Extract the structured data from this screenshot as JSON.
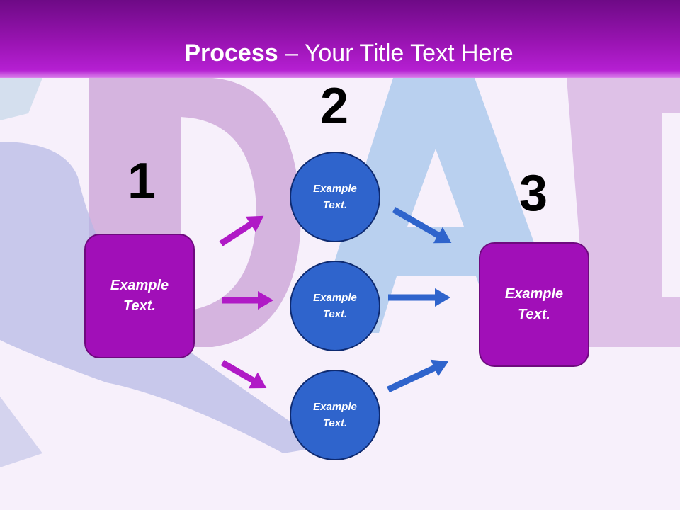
{
  "header": {
    "title_bold": "Process",
    "title_rest": " – Your Title Text Here"
  },
  "steps": {
    "one": "1",
    "two": "2",
    "three": "3"
  },
  "boxes": {
    "left": "Example\nText.",
    "right": "Example\nText."
  },
  "circles": {
    "top": "Example\nText.",
    "middle": "Example\nText.",
    "bottom": "Example\nText."
  },
  "colors": {
    "header": "#9a14b3",
    "box": "#a10fb8",
    "circle": "#2f64cc",
    "arrow_magenta": "#b01ac6",
    "arrow_blue": "#2f64cc"
  }
}
